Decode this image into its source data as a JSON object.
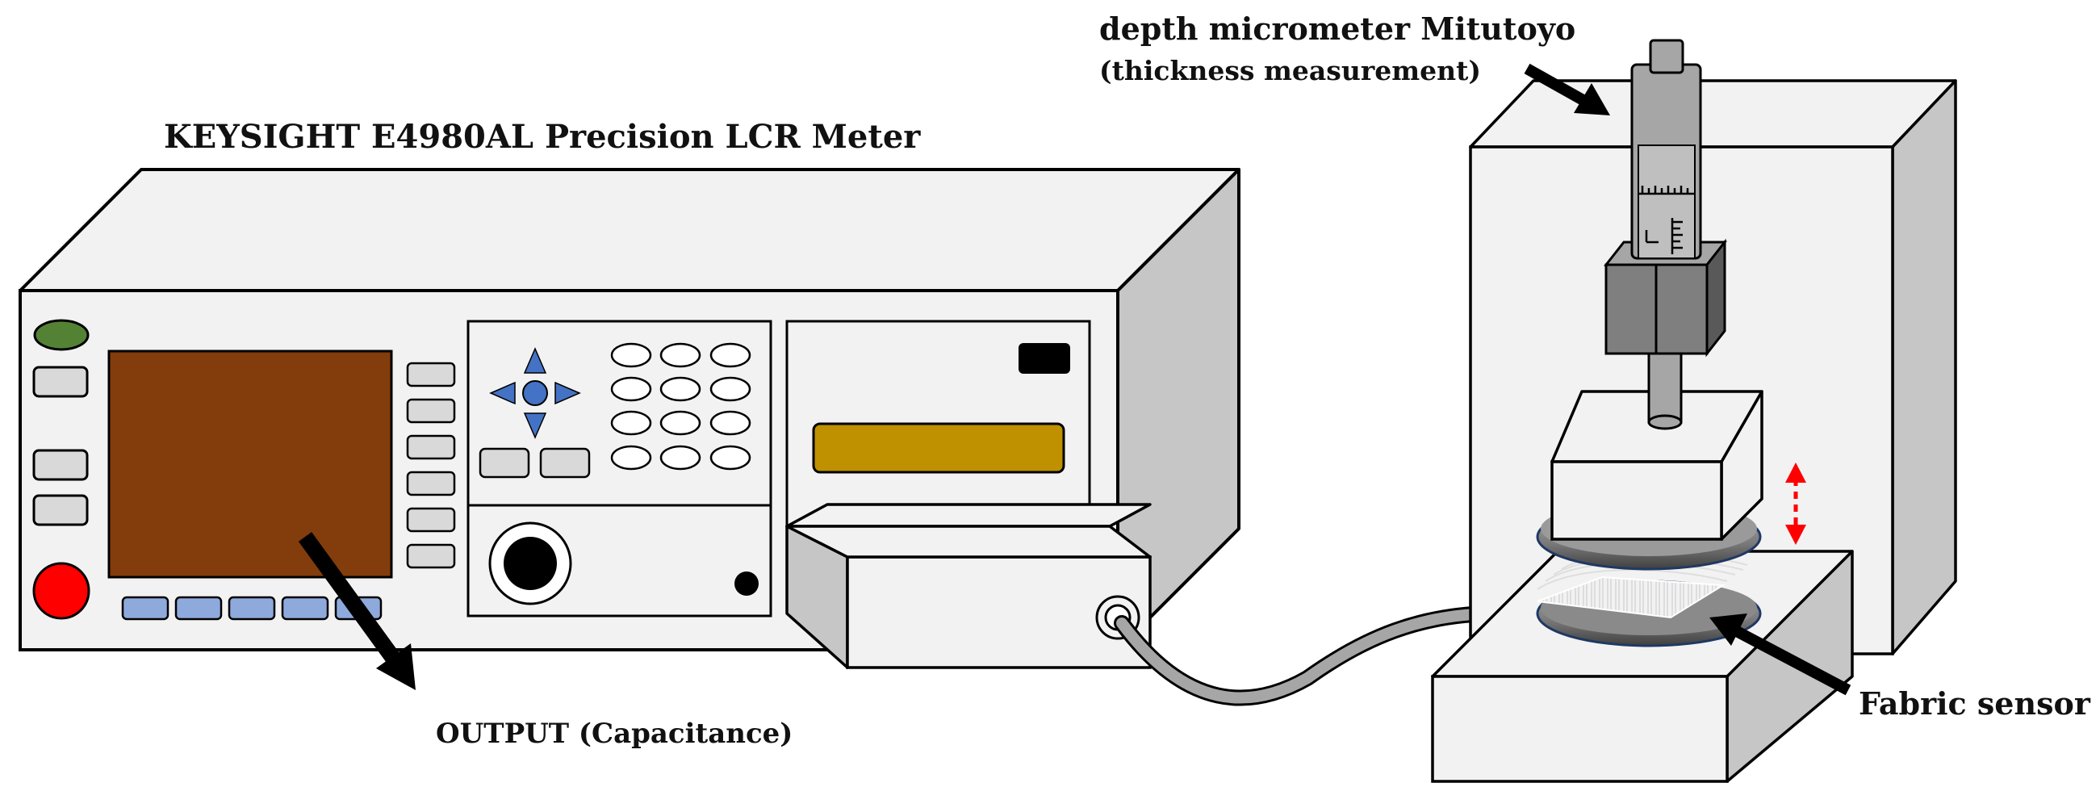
{
  "labels": {
    "lcr_meter": "KEYSIGHT E4980AL Precision LCR Meter",
    "micrometer_line1": "depth micrometer Mitutoyo",
    "micrometer_line2": "(thickness measurement)",
    "output": "OUTPUT (Capacitance)",
    "fabric_sensor": "Fabric sensor"
  },
  "colors": {
    "screen": "#833C0B",
    "power_button": "#FF0000",
    "led_green": "#548235",
    "display_amber": "#BF9000",
    "softkeys": "#8EA9DB",
    "nav_pad": "#4472C4",
    "motion_arrow": "#FF0000"
  },
  "icons": {
    "nav_pad": "four-way-arrow-icon",
    "knob": "rotary-knob-icon"
  }
}
